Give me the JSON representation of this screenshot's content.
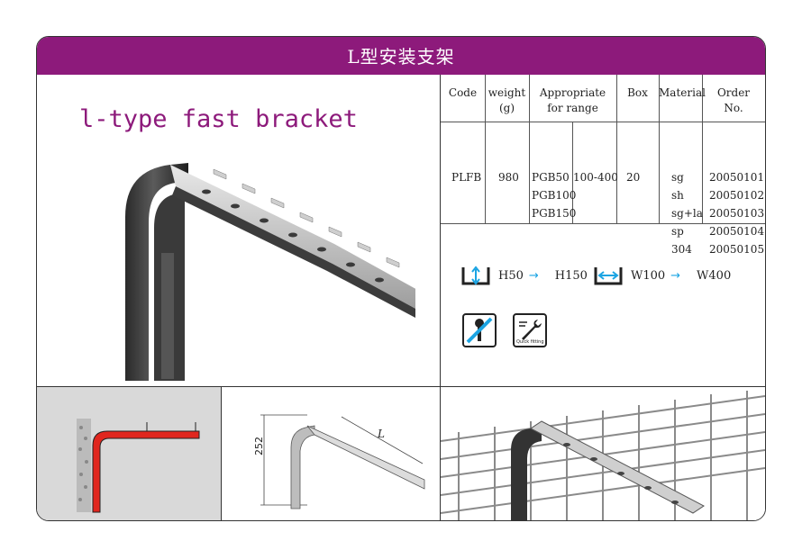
{
  "header": {
    "title": "L型安装支架"
  },
  "product": {
    "title": "l-type fast bracket"
  },
  "spec_table": {
    "headers": {
      "code": "Code",
      "weight_line1": "weight",
      "weight_line2": "(g)",
      "range_line1": "Appropriate",
      "range_line2": "for range",
      "box": "Box",
      "material": "Material",
      "order_line1": "Order",
      "order_line2": "No."
    },
    "row": {
      "code": "PLFB",
      "weight": "980",
      "sizes": [
        "PGB50",
        "PGB100",
        "PGB150"
      ],
      "range": "100-400",
      "box": "20",
      "materials": [
        "sg",
        "sh",
        "sg+la",
        "sp",
        "304"
      ],
      "order_numbers": [
        "20050101",
        "20050102",
        "20050103",
        "20050104",
        "20050105"
      ]
    }
  },
  "ranges": {
    "height_from": "H50",
    "height_to": "H150",
    "width_from": "W100",
    "width_to": "W400",
    "arrow": "→"
  },
  "icons": {
    "no_screw": "no-screw-icon",
    "quick_fitting": "quick-fitting-icon",
    "quick_fitting_caption": "Quick fitting",
    "accent": "#1ba4e3"
  },
  "dimensions": {
    "height": "252",
    "length": "L"
  },
  "colors": {
    "brand": "#8d1a7b",
    "highlight_red": "#e0261e",
    "panel_grey": "#d9d9d9"
  }
}
